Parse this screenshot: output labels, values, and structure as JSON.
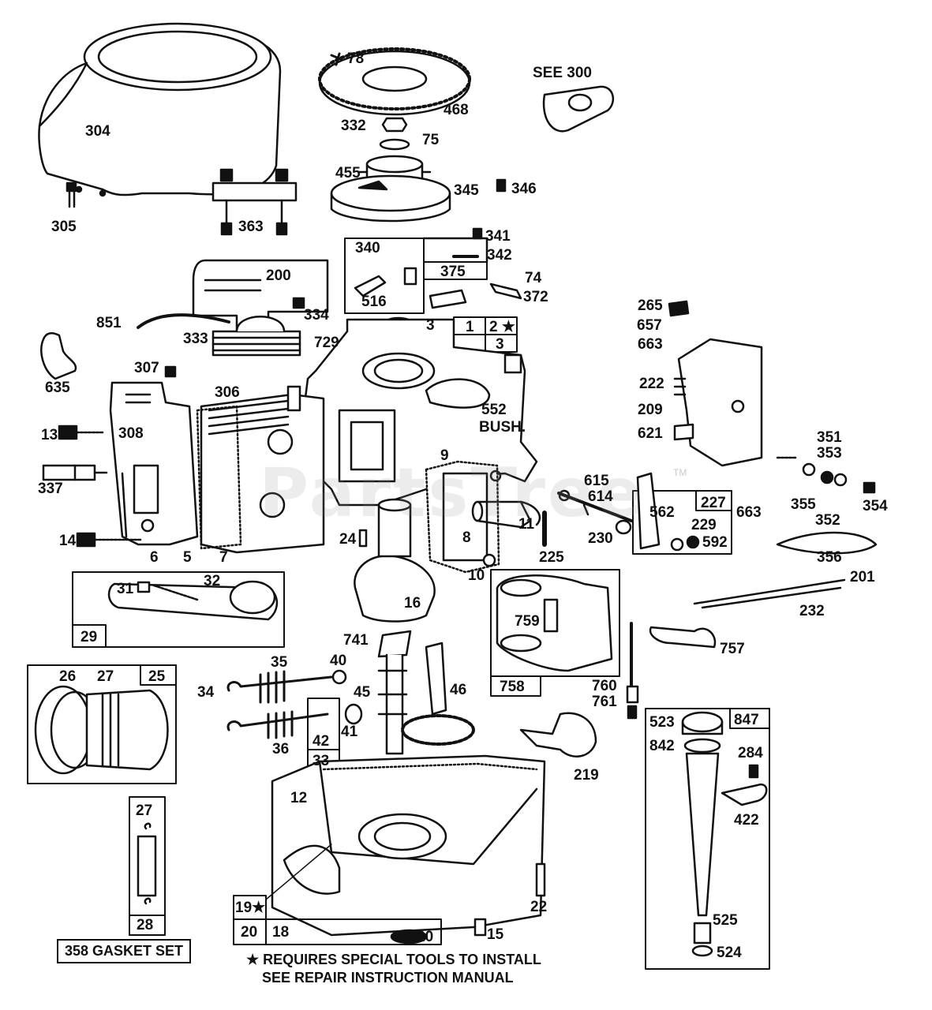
{
  "labels": {
    "l304": "304",
    "l305": "305",
    "l363": "363",
    "l78": "78",
    "l468": "468",
    "l332": "332",
    "l75": "75",
    "l455": "455",
    "see300": "SEE  300",
    "l346": "346",
    "l345": "345",
    "l341": "341",
    "l340": "340",
    "l342": "342",
    "l375": "375",
    "l74": "74",
    "l516": "516",
    "l372": "372",
    "l200": "200",
    "l334": "334",
    "l851": "851",
    "l333": "333",
    "l729": "729",
    "l3a": "3",
    "l1": "1",
    "l2star": "2 ★",
    "l3b": "3",
    "l635": "635",
    "l307": "307",
    "l306": "306",
    "l308": "308",
    "l13": "13",
    "l337": "337",
    "l14": "14",
    "l6": "6",
    "l5": "5",
    "l7": "7",
    "l24": "24",
    "l552": "552",
    "bush": "BUSH.",
    "l9": "9",
    "l8": "8",
    "l11": "11",
    "l10": "10",
    "l615": "615",
    "l614": "614",
    "l225": "225",
    "l230": "230",
    "l265": "265",
    "l657": "657",
    "l663a": "663",
    "l222": "222",
    "l209": "209",
    "l621": "621",
    "l351": "351",
    "l353": "353",
    "l355": "355",
    "l352": "352",
    "l354": "354",
    "l663b": "663",
    "l227": "227",
    "l562": "562",
    "l229": "229",
    "l592": "592",
    "l356": "356",
    "l201": "201",
    "l232": "232",
    "l31": "31",
    "l32": "32",
    "l29": "29",
    "l16": "16",
    "l741": "741",
    "l759": "759",
    "l758": "758",
    "l757": "757",
    "l26": "26",
    "l27a": "27",
    "l25": "25",
    "l35": "35",
    "l40": "40",
    "l34": "34",
    "l45": "45",
    "l46": "46",
    "l760": "760",
    "l761": "761",
    "l36": "36",
    "l41": "41",
    "l42": "42",
    "l33": "33",
    "l219": "219",
    "l523": "523",
    "l847": "847",
    "l842": "842",
    "l284": "284",
    "l422": "422",
    "l12": "12",
    "l27b": "27",
    "l28": "28",
    "l19star": "19★",
    "l20a": "20",
    "l18": "18",
    "l20b": "20",
    "l15": "15",
    "l22": "22",
    "l525": "525",
    "l524": "524"
  },
  "gasket_set": "358 GASKET SET",
  "notes": {
    "line1": "★ REQUIRES SPECIAL TOOLS TO INSTALL",
    "line2": "SEE REPAIR INSTRUCTION MANUAL"
  },
  "watermark": "PartsTree",
  "trademark": "TM"
}
